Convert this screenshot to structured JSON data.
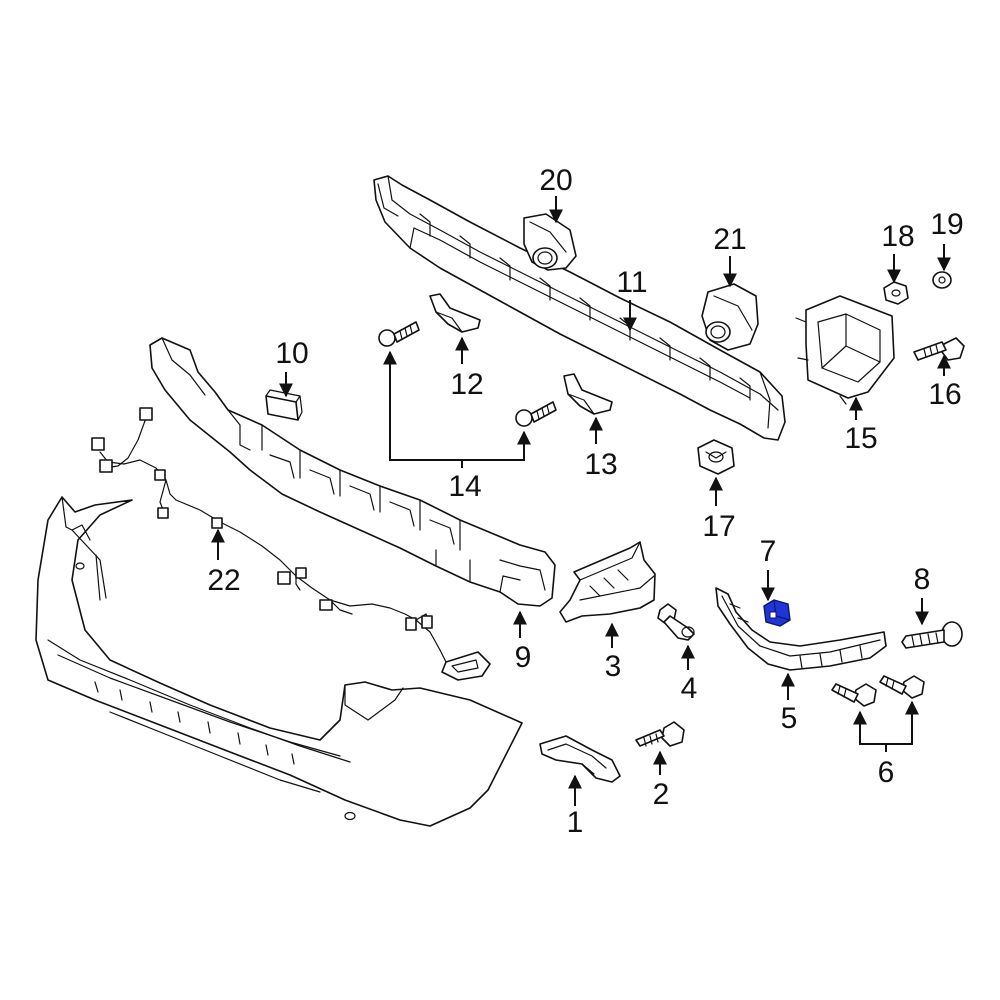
{
  "diagram": {
    "callouts": [
      {
        "id": "p1",
        "label": "1"
      },
      {
        "id": "p2",
        "label": "2"
      },
      {
        "id": "p3",
        "label": "3"
      },
      {
        "id": "p4",
        "label": "4"
      },
      {
        "id": "p5",
        "label": "5"
      },
      {
        "id": "p6",
        "label": "6"
      },
      {
        "id": "p7",
        "label": "7"
      },
      {
        "id": "p8",
        "label": "8"
      },
      {
        "id": "p9",
        "label": "9"
      },
      {
        "id": "p10",
        "label": "10"
      },
      {
        "id": "p11",
        "label": "11"
      },
      {
        "id": "p12",
        "label": "12"
      },
      {
        "id": "p13",
        "label": "13"
      },
      {
        "id": "p14",
        "label": "14"
      },
      {
        "id": "p15",
        "label": "15"
      },
      {
        "id": "p16",
        "label": "16"
      },
      {
        "id": "p17",
        "label": "17"
      },
      {
        "id": "p18",
        "label": "18"
      },
      {
        "id": "p19",
        "label": "19"
      },
      {
        "id": "p20",
        "label": "20"
      },
      {
        "id": "p21",
        "label": "21"
      },
      {
        "id": "p22",
        "label": "22"
      }
    ],
    "highlighted_part": "7",
    "colors": {
      "line": "#111111",
      "background": "#ffffff",
      "highlight": "#2135d6"
    }
  }
}
